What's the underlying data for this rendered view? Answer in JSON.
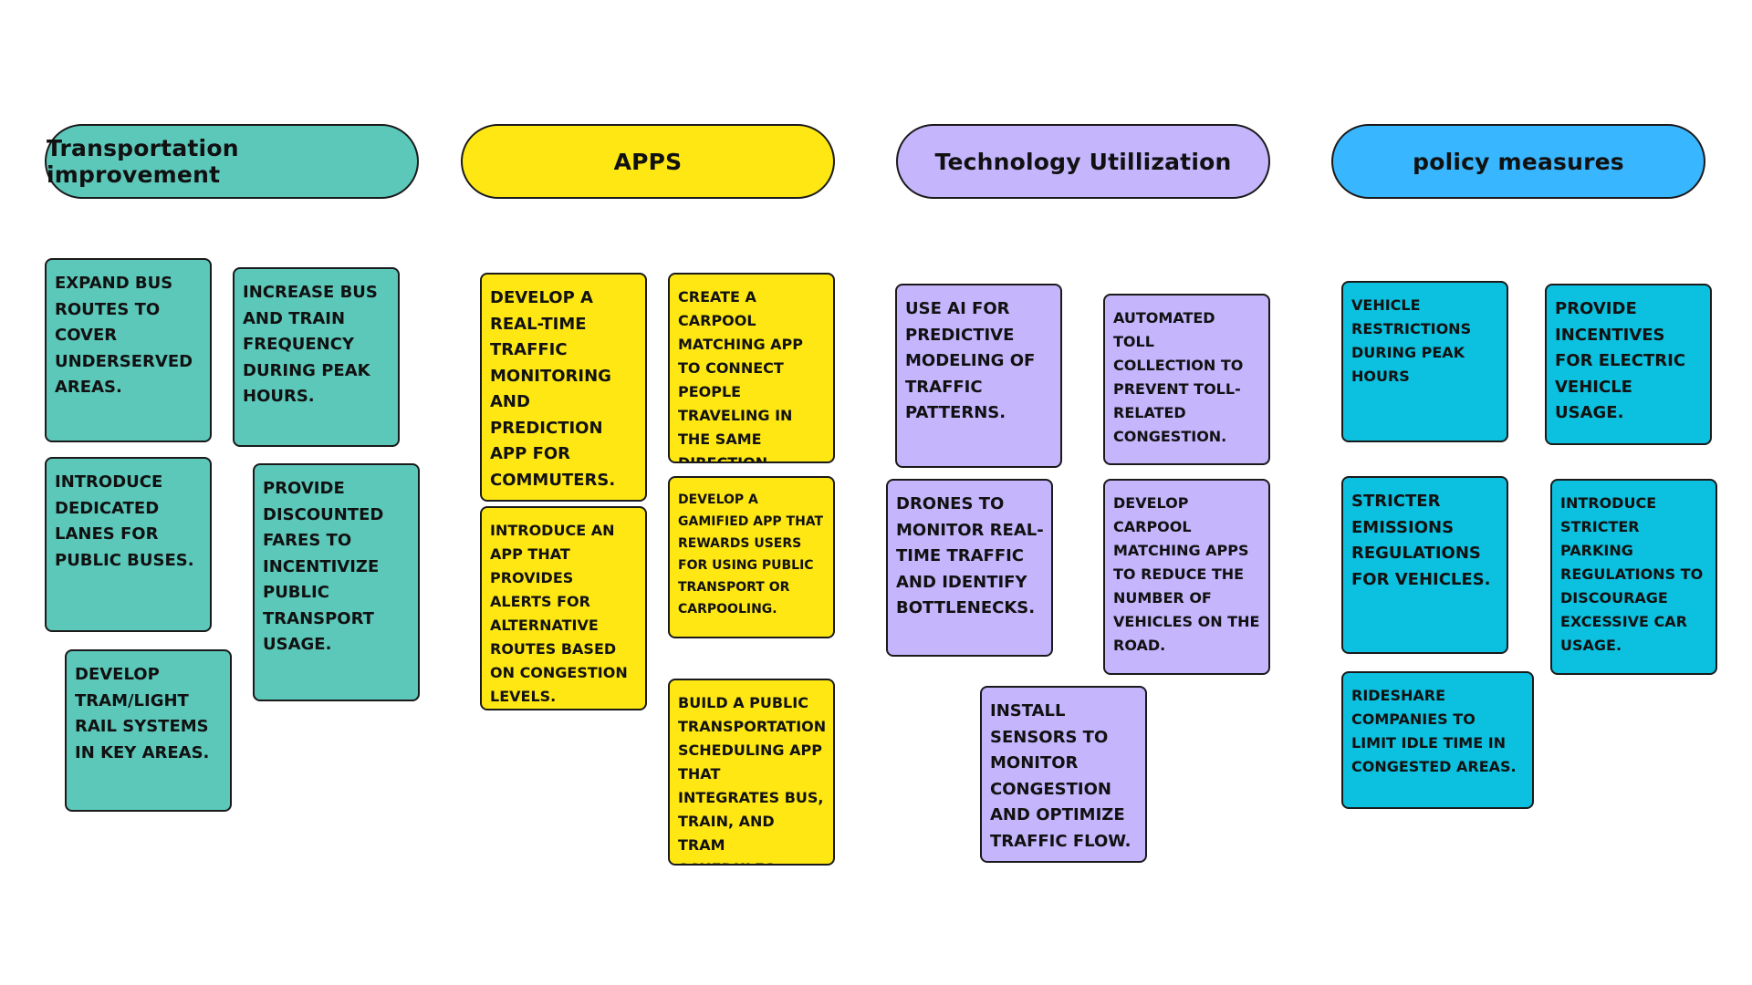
{
  "colors": {
    "teal": "#5CC8BA",
    "yellow": "#FFE714",
    "lavender": "#C4B5FD",
    "blue": "#38B6FF",
    "cyan": "#0CC0DF",
    "outline": "#1A1A1A"
  },
  "categories": {
    "transportation": "Transportation improvement",
    "apps": "APPS",
    "technology": "Technology Utillization",
    "policy": "policy measures"
  },
  "notes": {
    "t1": "Expand bus routes to cover underserved areas.",
    "t2": "Increase bus and train frequency during peak hours.",
    "t3": "Introduce dedicated lanes for public buses.",
    "t4": "Provide discounted fares to incentivize public transport usage.",
    "t5": "Develop tram/light rail systems in key areas.",
    "a1": "Develop a real-time traffic monitoring and prediction app for commuters.",
    "a2": "Create a carpool matching app to connect people traveling in the same direction.",
    "a3": "Introduce an app that provides alerts for alternative routes based on congestion levels.",
    "a4": "Develop a gamified app that rewards users for using public transport or carpooling.",
    "a5": "Build a public transportation scheduling app that integrates bus, train, and tram schedules.",
    "g1": "Use AI for predictive modeling of traffic patterns.",
    "g2": "Automated toll collection to prevent toll-related congestion.",
    "g3": "Drones to monitor real-time traffic and identify bottlenecks.",
    "g4": "Develop carpool matching apps to reduce the number of vehicles on the road.",
    "g5": "Install sensors to monitor congestion and optimize traffic flow.",
    "p1": "Vehicle restrictions during peak hours",
    "p2": "Provide incentives for electric vehicle usage.",
    "p3": "Stricter emissions regulations for vehicles.",
    "p4": "Introduce stricter parking regulations to discourage excessive car usage.",
    "p5": "Rideshare companies to limit idle time in congested areas."
  }
}
